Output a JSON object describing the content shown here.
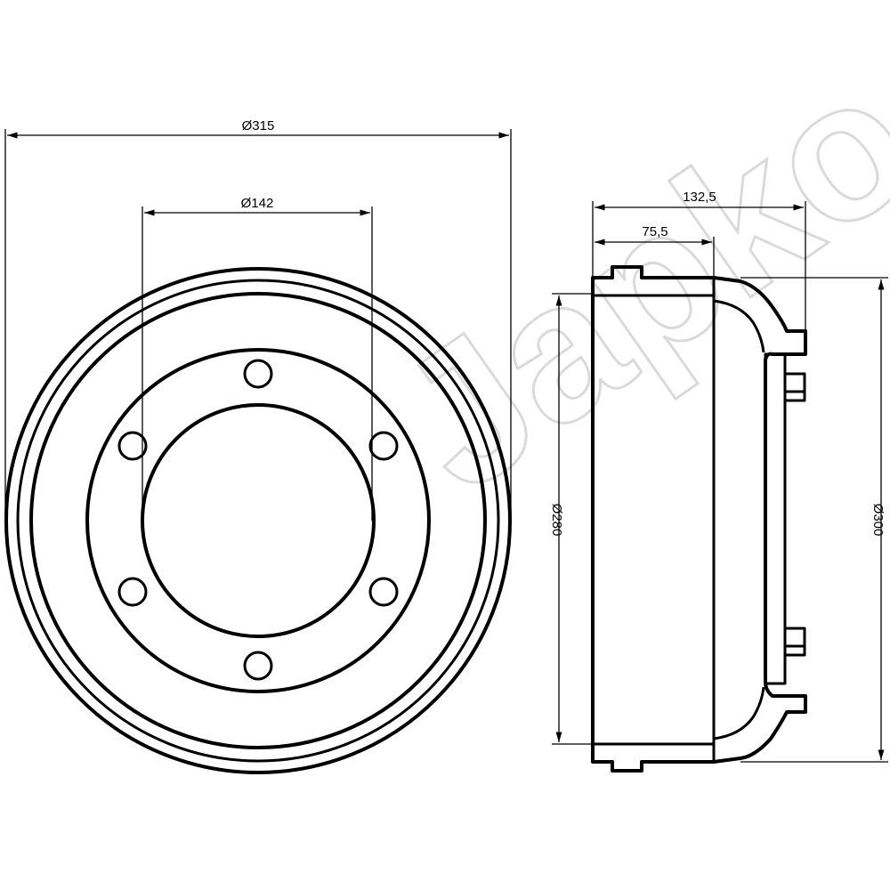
{
  "watermark": {
    "text": "Japko",
    "color": "#d9d9d9"
  },
  "front_view": {
    "dims": {
      "outer_diameter": "Ø315",
      "bolt_circle_diameter": "Ø142"
    }
  },
  "side_view": {
    "dims": {
      "total_width": "132,5",
      "drum_depth": "75,5",
      "inner_diameter": "Ø280",
      "outer_diameter": "Ø300"
    }
  },
  "colors": {
    "line": "#000000",
    "background": "#ffffff"
  }
}
